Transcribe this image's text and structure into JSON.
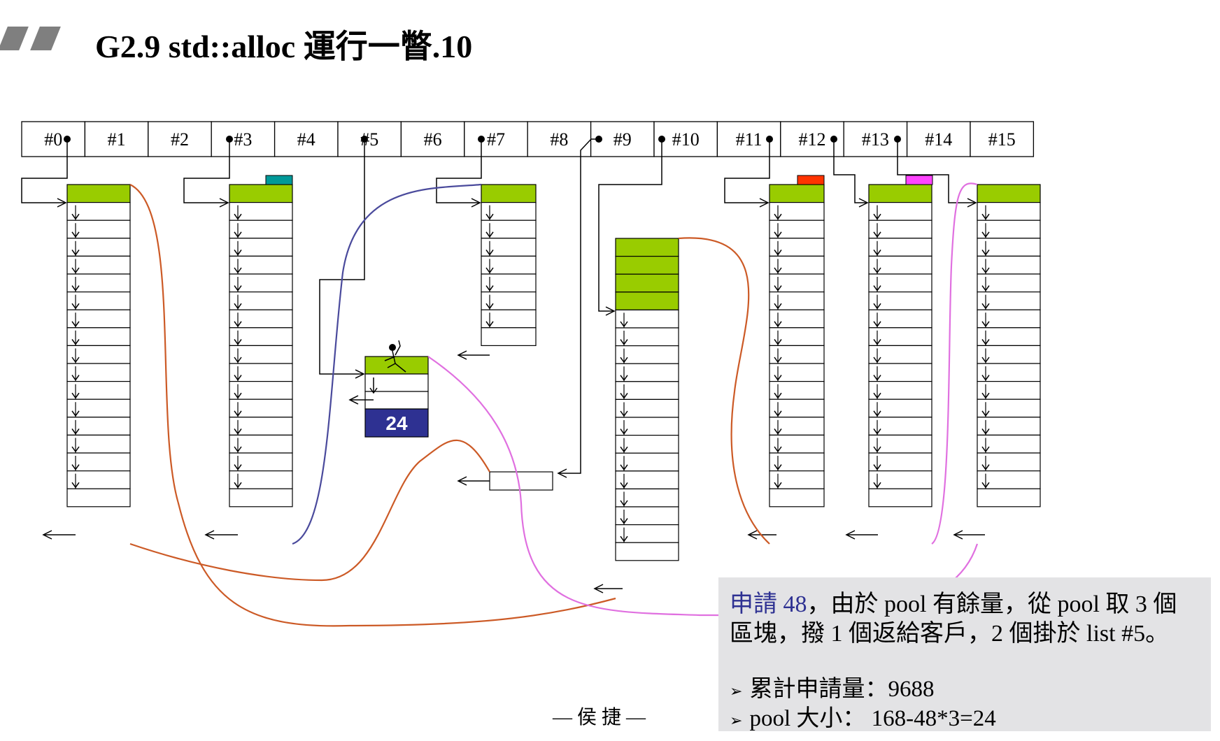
{
  "title": "G2.9 std::alloc 運行一瞥.10",
  "free_list_labels": [
    "#0",
    "#1",
    "#2",
    "#3",
    "#4",
    "#5",
    "#6",
    "#7",
    "#8",
    "#9",
    "#10",
    "#11",
    "#12",
    "#13",
    "#14",
    "#15"
  ],
  "pool_remaining_label": "24",
  "note": {
    "line1_highlight": "申請 48",
    "line1_rest": "，由於 pool 有餘量，從 pool 取 3 個",
    "line2": "區塊，撥 1 個返給客戶，2 個掛於 list #5。",
    "bullet1": "累計申請量：9688",
    "bullet2": "pool 大小： 168-48*3=24"
  },
  "footer": "— 侯 捷 —",
  "colors": {
    "allocated_block": "#99cc00",
    "pool_block": "#2e3192",
    "list_link_line": "#000000",
    "orange_curve": "#cc5a26",
    "purple_curve": "#4a4a9c",
    "magenta_curve": "#e070e0",
    "teal_marker": "#009999",
    "red_marker": "#ff3300",
    "pink_marker": "#ff44ff",
    "note_bg": "#e3e3e5"
  }
}
